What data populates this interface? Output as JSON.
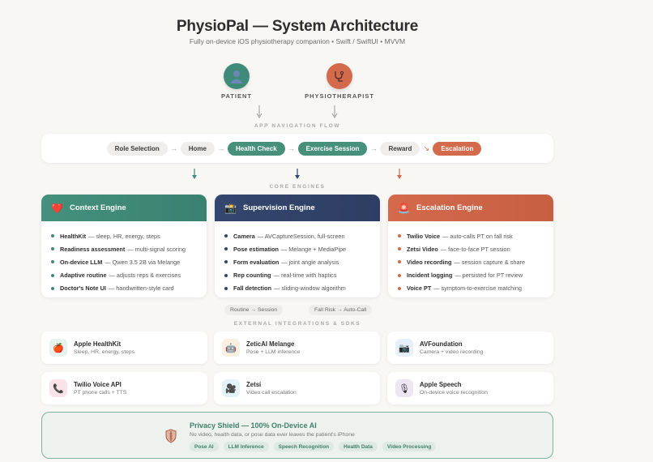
{
  "header": {
    "title": "PhysioPal — System Architecture",
    "subtitle": "Fully on-device iOS physiotherapy companion • Swift / SwiftUI • MVVM"
  },
  "roles": [
    {
      "label": "PATIENT",
      "icon": "person-icon",
      "color": "#3f8a78"
    },
    {
      "label": "PHYSIOTHERAPIST",
      "icon": "stethoscope-icon",
      "color": "#d46a4c"
    }
  ],
  "sections": {
    "nav_flow": "APP NAVIGATION FLOW",
    "core_engines": "CORE ENGINES",
    "integrations": "EXTERNAL INTEGRATIONS & SDKS"
  },
  "nav_flow": [
    {
      "label": "Role Selection",
      "style": "neutral"
    },
    {
      "label": "Home",
      "style": "neutral"
    },
    {
      "label": "Health Check",
      "style": "teal"
    },
    {
      "label": "Exercise Session",
      "style": "teal"
    },
    {
      "label": "Reward",
      "style": "neutral"
    },
    {
      "label": "Escalation",
      "style": "orange"
    }
  ],
  "nav_arrows": [
    "→",
    "→",
    "→",
    "→",
    "↘"
  ],
  "engines": [
    {
      "title": "Context Engine",
      "icon": "heart-icon",
      "color": "#3f8a78",
      "items": [
        {
          "bold": "HealthKit",
          "text": "— sleep, HR, energy, steps"
        },
        {
          "bold": "Readiness assessment",
          "text": "— multi-signal scoring"
        },
        {
          "bold": "On-device LLM",
          "text": "— Qwen 3.5 2B via Melange"
        },
        {
          "bold": "Adaptive routine",
          "text": "— adjusts reps & exercises"
        },
        {
          "bold": "Doctor's Note UI",
          "text": "— handwritten-style card"
        }
      ]
    },
    {
      "title": "Supervision Engine",
      "icon": "camera-icon",
      "color": "#34456e",
      "items": [
        {
          "bold": "Camera",
          "text": "— AVCaptureSession, full-screen"
        },
        {
          "bold": "Pose estimation",
          "text": "— Melange + MediaPipe"
        },
        {
          "bold": "Form evaluation",
          "text": "— joint angle analysis"
        },
        {
          "bold": "Rep counting",
          "text": "— real-time with haptics"
        },
        {
          "bold": "Fall detection",
          "text": "— sliding-window algorithm"
        }
      ]
    },
    {
      "title": "Escalation Engine",
      "icon": "alarm-icon",
      "color": "#d46a4c",
      "items": [
        {
          "bold": "Twilio Voice",
          "text": "— auto-calls PT on fall risk"
        },
        {
          "bold": "Zetsi Video",
          "text": "— face-to-face PT session"
        },
        {
          "bold": "Video recording",
          "text": "— session capture & share"
        },
        {
          "bold": "Incident logging",
          "text": "— persisted for PT review"
        },
        {
          "bold": "Voice PT",
          "text": "— symptom-to-exercise matching"
        }
      ]
    }
  ],
  "connectors": [
    "Routine → Session",
    "Fall Risk → Auto-Call"
  ],
  "integrations": [
    {
      "name": "Apple HealthKit",
      "desc": "Sleep, HR, energy, steps",
      "icon": "apple-icon",
      "glyph": "🍎",
      "bg": "#e8f2ec"
    },
    {
      "name": "ZeticAI Melange",
      "desc": "Pose + LLM inference",
      "icon": "robot-icon",
      "glyph": "🤖",
      "bg": "#fbefe0"
    },
    {
      "name": "AVFoundation",
      "desc": "Camera + video recording",
      "icon": "camera-icon",
      "glyph": "📷",
      "bg": "#e6f0fa"
    },
    {
      "name": "Twilio Voice API",
      "desc": "PT phone calls + TTS",
      "icon": "phone-icon",
      "glyph": "📞",
      "bg": "#f9e3e8"
    },
    {
      "name": "Zetsi",
      "desc": "Video call escalation",
      "icon": "video-camera-icon",
      "glyph": "🎥",
      "bg": "#e3f2f8"
    },
    {
      "name": "Apple Speech",
      "desc": "On-device voice recognition",
      "icon": "microphone-icon",
      "glyph": "🎙",
      "bg": "#efe6f3"
    }
  ],
  "privacy": {
    "title": "Privacy Shield — 100% On-Device AI",
    "desc": "No video, health data, or pose data ever leaves the patient's iPhone",
    "tags": [
      "Pose AI",
      "LLM Inference",
      "Speech Recognition",
      "Health Data",
      "Video Processing"
    ]
  }
}
